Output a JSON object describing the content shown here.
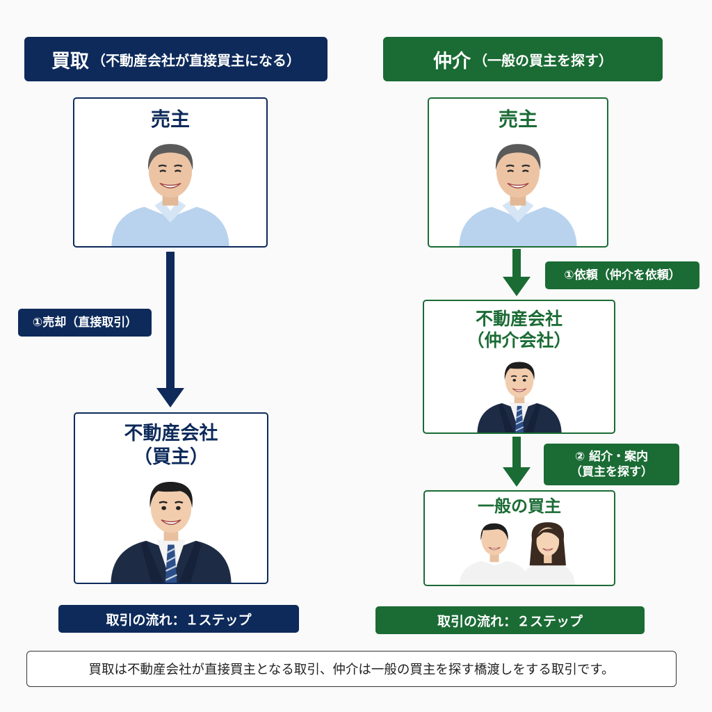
{
  "left": {
    "header_main": "買取",
    "header_sub": "（不動産会社が直接買主になる）",
    "seller_title": "売主",
    "buyer_title_line1": "不動産会社",
    "buyer_title_line2": "（買主）",
    "arrow_label": "①売却（直接取引）",
    "step_text": "取引の流れ：１ステップ"
  },
  "right": {
    "header_main": "仲介",
    "header_sub": "（一般の買主を探す）",
    "seller_title": "売主",
    "agent_title_line1": "不動産会社",
    "agent_title_line2": "（仲介会社）",
    "buyer_title": "一般の買主",
    "arrow1_label": "①依頼（仲介を依頼）",
    "arrow2_label_line1": "② 紹介・案内",
    "arrow2_label_line2": "（買主を探す）",
    "step_text": "取引の流れ：２ステップ"
  },
  "summary": "買取は不動産会社が直接買主となる取引、仲介は一般の買主を探す橋渡しをする取引です。",
  "colors": {
    "navy": "#0d2a5a",
    "green": "#1a6b34"
  }
}
